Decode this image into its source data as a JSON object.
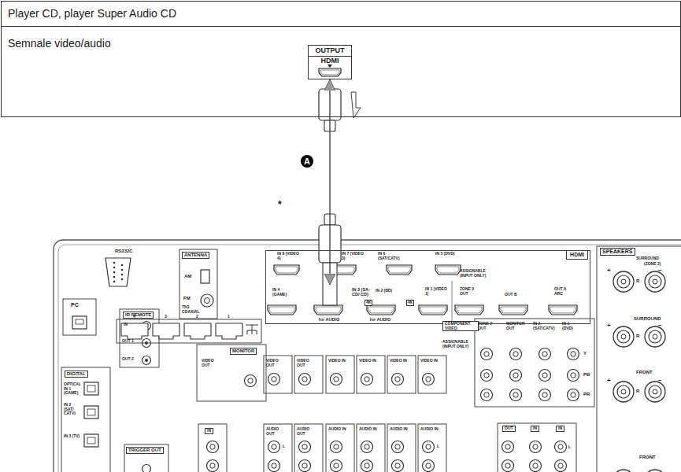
{
  "diagram": {
    "nodes": [
      {
        "text": [
          "Player CD, player Super Audio CD"
        ]
      },
      {
        "text": [
          "Semnale video/audio"
        ]
      },
      {
        "text": [
          "OUTPUT",
          "HDMI"
        ],
        "in": 1
      },
      {
        "text": [
          "HDMI"
        ]
      },
      {
        "text": [
          "IN 3 (SA-CD/ CD)",
          "for AUDIO"
        ],
        "in": 3
      }
    ],
    "edges": [
      {
        "from": 2,
        "to": 4,
        "arrow": "both"
      }
    ],
    "labels": [
      "A",
      "*",
      "RS232C",
      "ANTENNA",
      "AM",
      "FM",
      "75Ω COAXIAL",
      "PC",
      "IR REMOTE",
      "IN",
      "OUT 1",
      "OUT 2",
      "DIGITAL",
      "OPTICAL IN 1 (GAME)",
      "IN 2 (SAT/ CATV)",
      "IN 3 (TV)",
      "TRIGGER OUT",
      "IN 8 (VIDEO 4)",
      "IN 7 (VIDEO 3)",
      "IN 6 (SAT/CATV)",
      "IN 5 (DVD)",
      "ASSIGNABLE (INPUT ONLY)",
      "IN 4 (GAME)",
      "4K",
      "IN 2 (BD)",
      "4K",
      "IN 1 (VIDEO 1)",
      "for AUDIO",
      "ZONE 3 OUT",
      "OUT B",
      "OUT A ARC",
      "4",
      "3",
      "2",
      "1",
      "COMPONENT VIDEO",
      "ASSIGNABLE (INPUT ONLY)",
      "ZONE 2 OUT",
      "MONITOR OUT",
      "IN 2 (SAT/CATV)",
      "IN 1 (DVD)",
      "Y",
      "PB",
      "PR",
      "MONITOR",
      "VIDEO OUT",
      "VIDEO OUT",
      "VIDEO OUT",
      "VIDEO IN",
      "VIDEO IN",
      "VIDEO IN",
      "VIDEO IN",
      "IN",
      "AUDIO OUT",
      "AUDIO OUT",
      "AUDIO IN",
      "AUDIO IN",
      "AUDIO IN",
      "AUDIO IN",
      "L",
      "L",
      "OUT",
      "IN",
      "IN",
      "SPEAKERS",
      "SURROUND",
      "(ZONE 2)",
      "SURROUND",
      "FRONT",
      "FRONT",
      "+",
      "R",
      "−",
      "+",
      "R",
      "−",
      "+",
      "R",
      "−",
      "L"
    ]
  }
}
